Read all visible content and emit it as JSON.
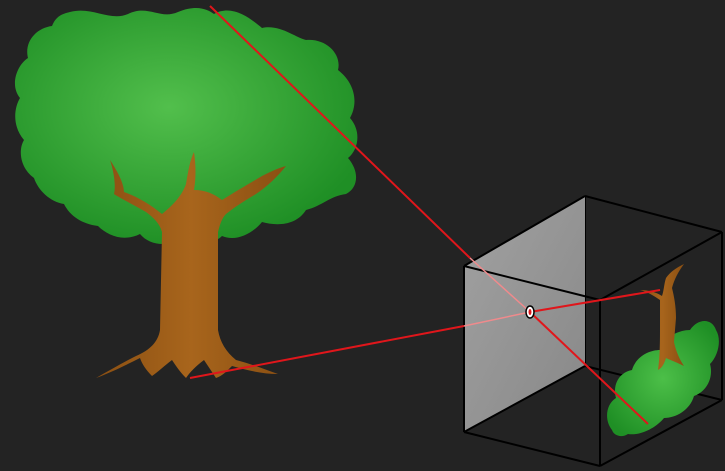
{
  "diagram": {
    "kind": "pinhole-camera",
    "background_color": "#232323",
    "colors": {
      "foliage": "#2a9a2a",
      "foliage_light": "#4fbf4a",
      "foliage_dark": "#1f8a24",
      "trunk": "#9a5a14",
      "trunk_light": "#b06a1c",
      "ray": "#e0161b",
      "camera_front_face": "#9a9a9a",
      "camera_edges": "#000000",
      "aperture": "#e0161b"
    },
    "elements": {
      "scene_object": "tree",
      "projected_image": "inverted-tree",
      "rays": 2,
      "aperture": "pinhole"
    }
  }
}
